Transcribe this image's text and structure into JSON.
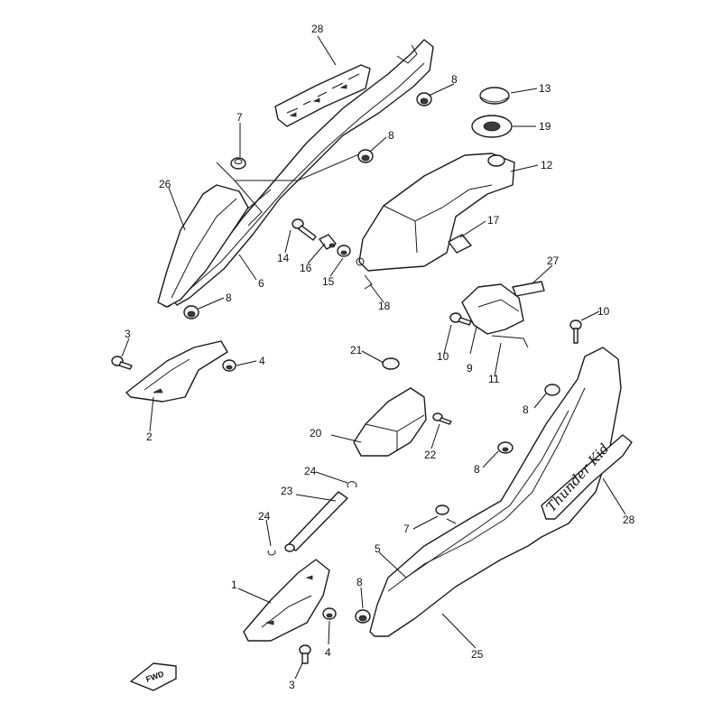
{
  "labels": {
    "l28a": "28",
    "l8a": "8",
    "l13": "13",
    "l19": "19",
    "l7a": "7",
    "l8b": "8",
    "l12": "12",
    "l26": "26",
    "l17": "17",
    "l14": "14",
    "l16": "16",
    "l15": "15",
    "l6": "6",
    "l27": "27",
    "l8c": "8",
    "l18": "18",
    "l10a": "10",
    "l10b": "10",
    "l9": "9",
    "l11": "11",
    "l3a": "3",
    "l4a": "4",
    "l21": "21",
    "l2": "2",
    "l8d": "8",
    "l20": "20",
    "l22": "22",
    "l8e": "8",
    "l28b": "28",
    "l24a": "24",
    "l23": "23",
    "l24b": "24",
    "l7b": "7",
    "l5": "5",
    "l1": "1",
    "l8f": "8",
    "l4b": "4",
    "l3b": "3",
    "l25": "25"
  },
  "decal_text": "Thunder Kid",
  "fwd_text": "FWD"
}
